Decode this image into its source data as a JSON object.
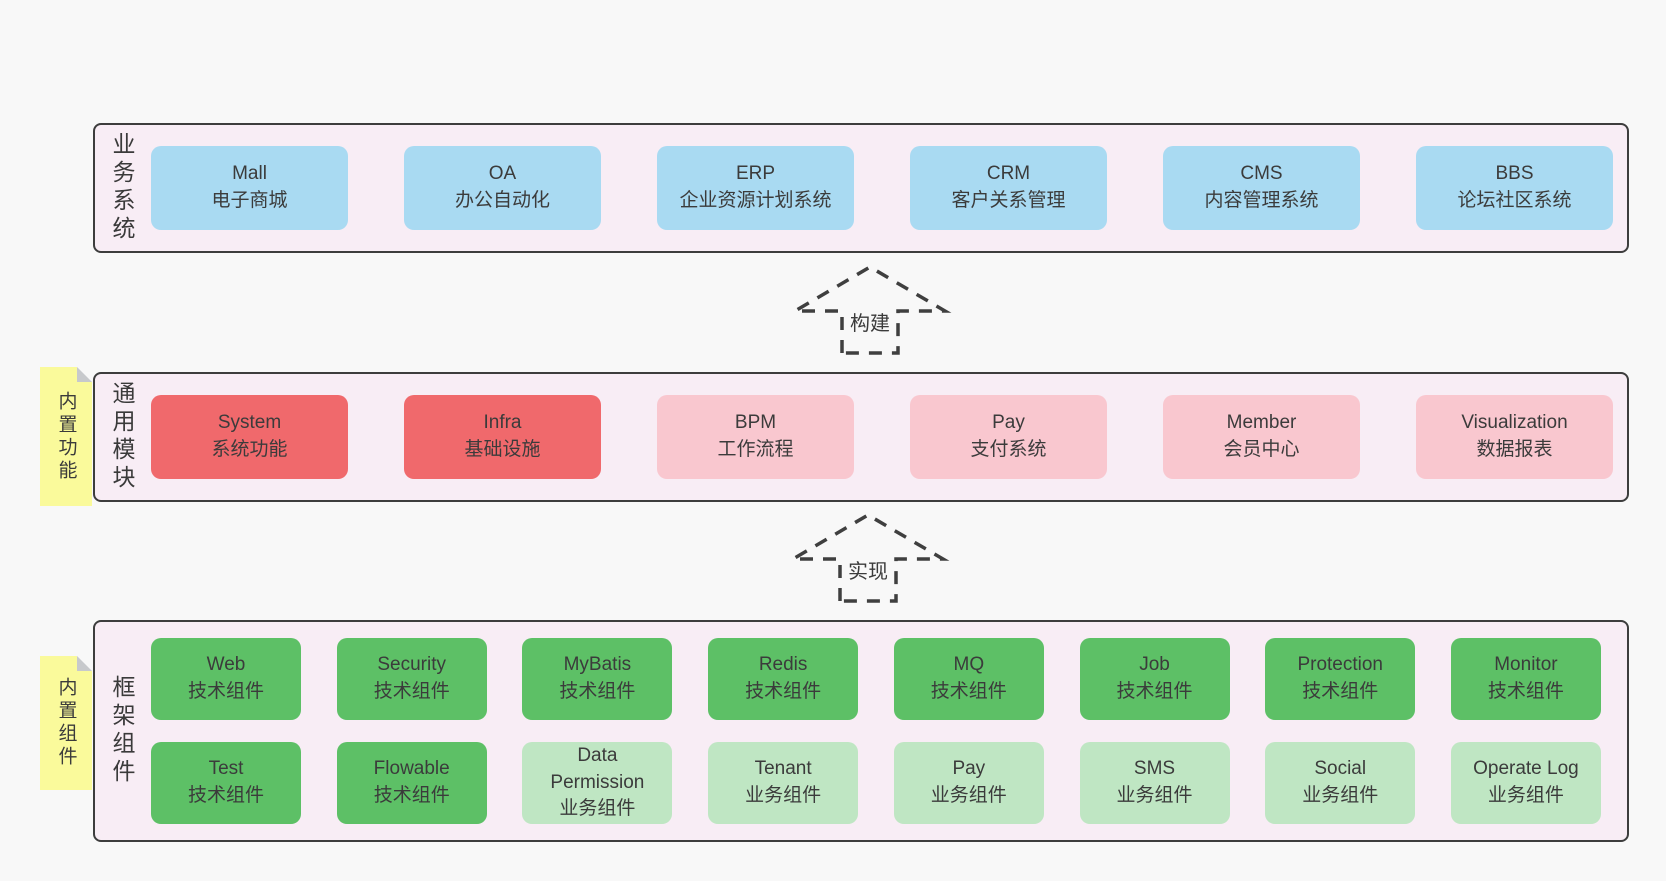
{
  "colors": {
    "page_bg": "#f8f8f8",
    "band_bg": "#f8edf5",
    "band_border": "#3d3d3d",
    "blue_box": "#a9daf2",
    "red_box": "#f0696c",
    "pink_box": "#f9c7cf",
    "green_box": "#5dc066",
    "light_green_box": "#bfe6c3",
    "note_yellow": "#fafa9b",
    "text": "#3b3b3b"
  },
  "arrows": {
    "build": "构建",
    "implement": "实现"
  },
  "bands": {
    "business": {
      "label": "业务系统",
      "items": [
        {
          "name": "Mall",
          "desc": "电子商城",
          "variant": "blue"
        },
        {
          "name": "OA",
          "desc": "办公自动化",
          "variant": "blue"
        },
        {
          "name": "ERP",
          "desc": "企业资源计划系统",
          "variant": "blue"
        },
        {
          "name": "CRM",
          "desc": "客户关系管理",
          "variant": "blue"
        },
        {
          "name": "CMS",
          "desc": "内容管理系统",
          "variant": "blue"
        },
        {
          "name": "BBS",
          "desc": "论坛社区系统",
          "variant": "blue"
        }
      ]
    },
    "modules": {
      "label": "通用模块",
      "note": "内置功能",
      "items": [
        {
          "name": "System",
          "desc": "系统功能",
          "variant": "red"
        },
        {
          "name": "Infra",
          "desc": "基础设施",
          "variant": "red"
        },
        {
          "name": "BPM",
          "desc": "工作流程",
          "variant": "pink"
        },
        {
          "name": "Pay",
          "desc": "支付系统",
          "variant": "pink"
        },
        {
          "name": "Member",
          "desc": "会员中心",
          "variant": "pink"
        },
        {
          "name": "Visualization",
          "desc": "数据报表",
          "variant": "pink"
        }
      ]
    },
    "components": {
      "label": "框架组件",
      "note": "内置组件",
      "row1": [
        {
          "name": "Web",
          "desc": "技术组件",
          "variant": "green"
        },
        {
          "name": "Security",
          "desc": "技术组件",
          "variant": "green"
        },
        {
          "name": "MyBatis",
          "desc": "技术组件",
          "variant": "green"
        },
        {
          "name": "Redis",
          "desc": "技术组件",
          "variant": "green"
        },
        {
          "name": "MQ",
          "desc": "技术组件",
          "variant": "green"
        },
        {
          "name": "Job",
          "desc": "技术组件",
          "variant": "green"
        },
        {
          "name": "Protection",
          "desc": "技术组件",
          "variant": "green"
        },
        {
          "name": "Monitor",
          "desc": "技术组件",
          "variant": "green"
        }
      ],
      "row2": [
        {
          "name": "Test",
          "desc": "技术组件",
          "variant": "green"
        },
        {
          "name": "Flowable",
          "desc": "技术组件",
          "variant": "green"
        },
        {
          "name": "Data Permission",
          "desc": "业务组件",
          "variant": "light-green"
        },
        {
          "name": "Tenant",
          "desc": "业务组件",
          "variant": "light-green"
        },
        {
          "name": "Pay",
          "desc": "业务组件",
          "variant": "light-green"
        },
        {
          "name": "SMS",
          "desc": "业务组件",
          "variant": "light-green"
        },
        {
          "name": "Social",
          "desc": "业务组件",
          "variant": "light-green"
        },
        {
          "name": "Operate Log",
          "desc": "业务组件",
          "variant": "light-green"
        }
      ]
    }
  }
}
